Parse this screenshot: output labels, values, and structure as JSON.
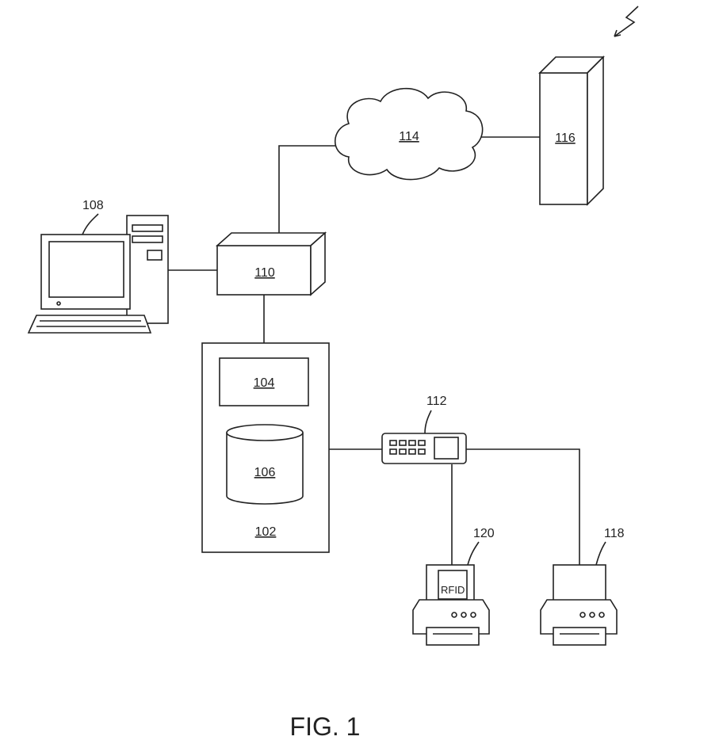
{
  "figure_label": "FIG. 1",
  "nodes": {
    "server": {
      "label": "102"
    },
    "processor": {
      "label": "104"
    },
    "database": {
      "label": "106"
    },
    "workstation": {
      "label": "108"
    },
    "hub": {
      "label": "110"
    },
    "router": {
      "label": "112"
    },
    "network": {
      "label": "114"
    },
    "remote_server": {
      "label": "116"
    },
    "printer": {
      "label": "118"
    },
    "rfid_printer": {
      "label": "120",
      "tag_text": "RFID"
    }
  }
}
